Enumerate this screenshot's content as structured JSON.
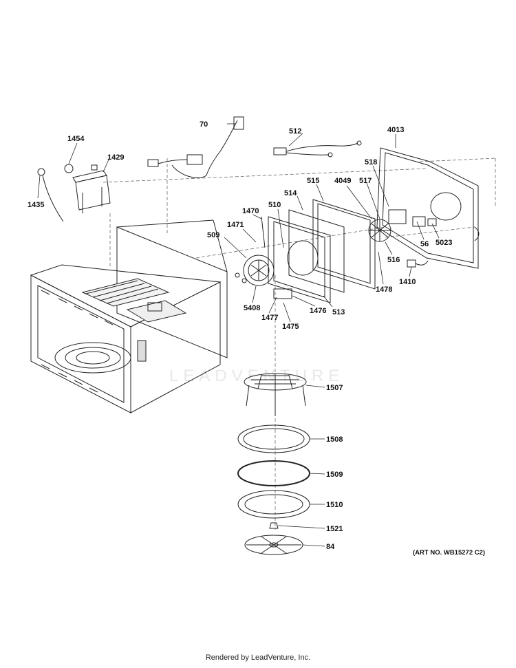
{
  "callouts": [
    {
      "id": "p70",
      "label": "70"
    },
    {
      "id": "p512",
      "label": "512"
    },
    {
      "id": "p4013",
      "label": "4013"
    },
    {
      "id": "p1454",
      "label": "1454"
    },
    {
      "id": "p1429",
      "label": "1429"
    },
    {
      "id": "p1435",
      "label": "1435"
    },
    {
      "id": "p518",
      "label": "518"
    },
    {
      "id": "p515",
      "label": "515"
    },
    {
      "id": "p4049",
      "label": "4049"
    },
    {
      "id": "p517",
      "label": "517"
    },
    {
      "id": "p514",
      "label": "514"
    },
    {
      "id": "p510",
      "label": "510"
    },
    {
      "id": "p1470",
      "label": "1470"
    },
    {
      "id": "p1471",
      "label": "1471"
    },
    {
      "id": "p509",
      "label": "509"
    },
    {
      "id": "p56",
      "label": "56"
    },
    {
      "id": "p5023",
      "label": "5023"
    },
    {
      "id": "p516",
      "label": "516"
    },
    {
      "id": "p1410",
      "label": "1410"
    },
    {
      "id": "p1478",
      "label": "1478"
    },
    {
      "id": "p5408",
      "label": "5408"
    },
    {
      "id": "p1477",
      "label": "1477"
    },
    {
      "id": "p1476",
      "label": "1476"
    },
    {
      "id": "p513",
      "label": "513"
    },
    {
      "id": "p1475",
      "label": "1475"
    },
    {
      "id": "p1507",
      "label": "1507"
    },
    {
      "id": "p1508",
      "label": "1508"
    },
    {
      "id": "p1509",
      "label": "1509"
    },
    {
      "id": "p1510",
      "label": "1510"
    },
    {
      "id": "p1521",
      "label": "1521"
    },
    {
      "id": "p84",
      "label": "84"
    }
  ],
  "art_number": "(ART NO. WB15272 C2)",
  "footer": "Rendered by LeadVenture, Inc.",
  "watermark": "LEADVENTURE"
}
